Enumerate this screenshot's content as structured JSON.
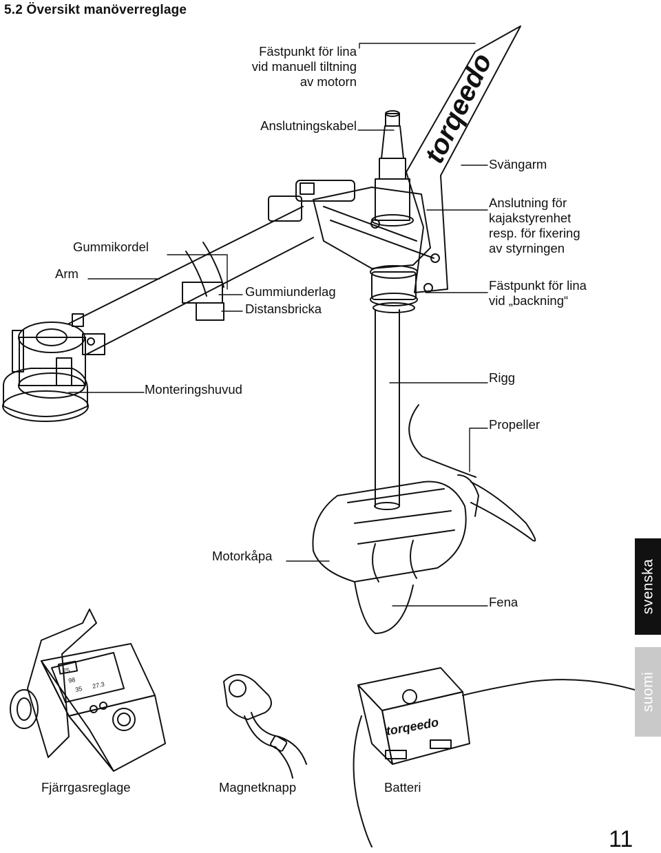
{
  "heading": "5.2  Översikt manöverreglage",
  "labels": {
    "fastpunkt_tilt": [
      "Fästpunkt för lina",
      "vid manuell tiltning",
      "av motorn"
    ],
    "anslutningskabel": "Anslutningskabel",
    "svangarm": "Svängarm",
    "kajak": [
      "Anslutning för",
      "kajakstyrenhet",
      "resp. för fixering",
      "av styrningen"
    ],
    "gummikordel": "Gummikordel",
    "arm": "Arm",
    "gummiunderlag": "Gummiunderlag",
    "distansbricka": "Distansbricka",
    "backning": [
      "Fästpunkt för lina",
      "vid „backning“"
    ],
    "monteringshuvud": "Monteringshuvud",
    "rigg": "Rigg",
    "propeller": "Propeller",
    "motorkapa": "Motorkåpa",
    "fena": "Fena",
    "fjarrgas": "Fjärrgasreglage",
    "magnet": "Magnetknapp",
    "batteri": "Batteri"
  },
  "display": [
    "75",
    "98",
    "35",
    "27.3"
  ],
  "brand": "torqeedo",
  "tabs": {
    "active": "svenska",
    "inactive": "suomi"
  },
  "page_number": "11",
  "colors": {
    "ink": "#111111",
    "tab_active": "#111111",
    "tab_inactive": "#c9c9c9"
  }
}
